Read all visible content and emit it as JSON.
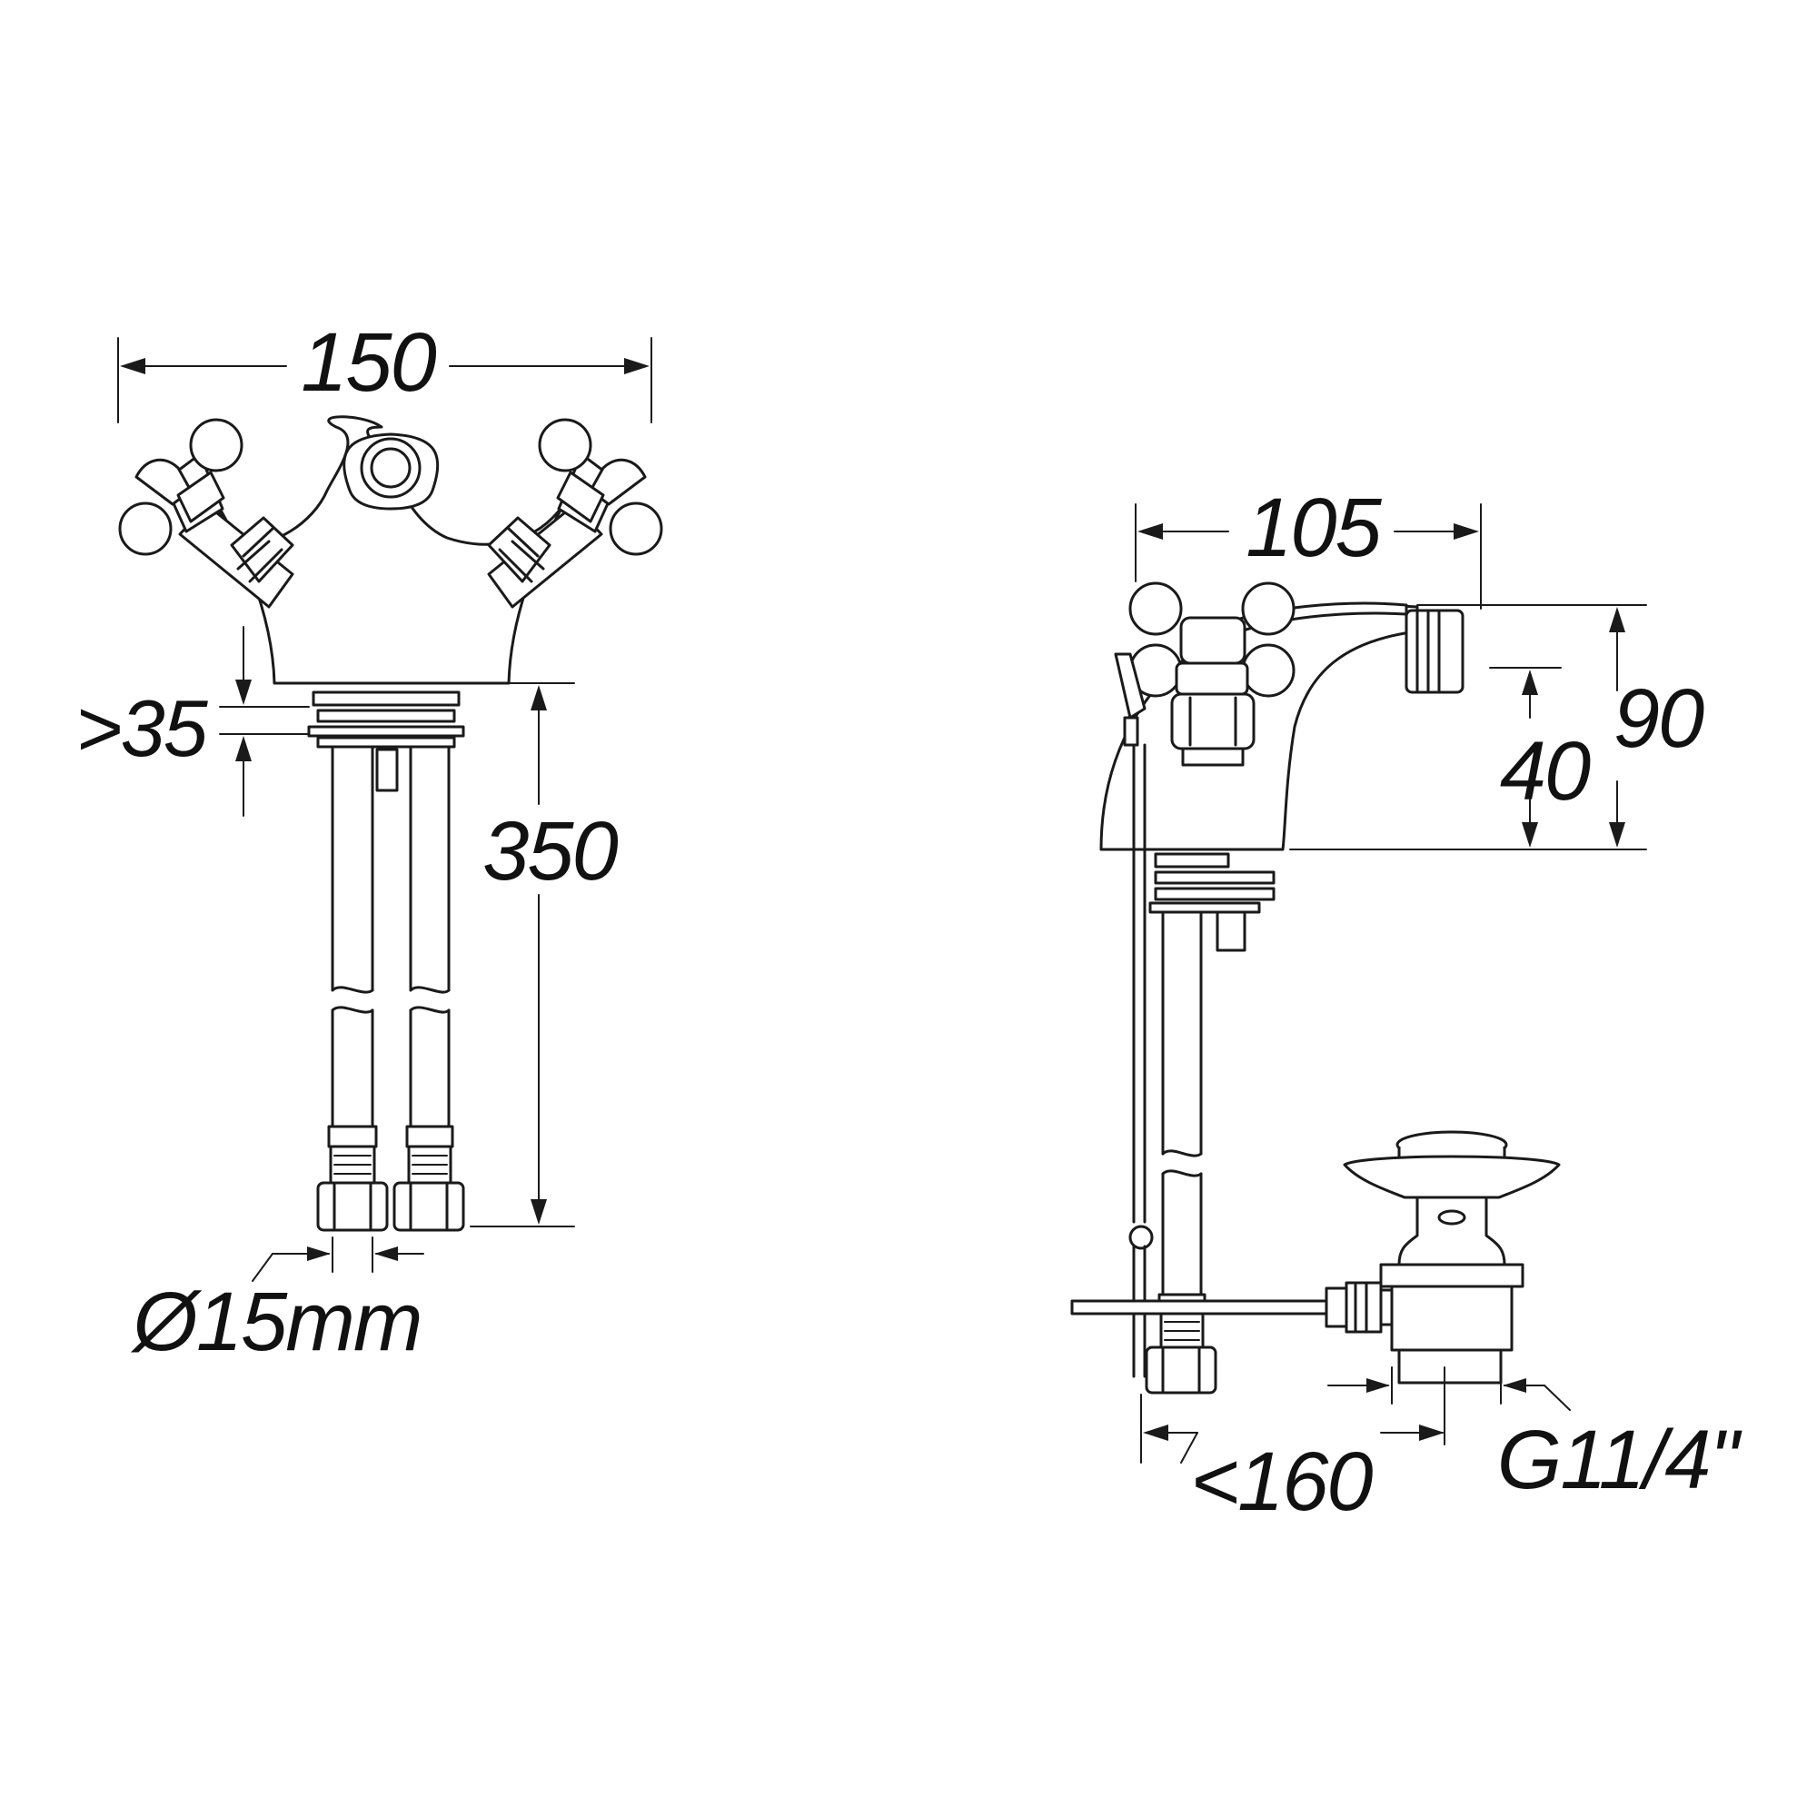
{
  "dimensions": {
    "front_width": "150",
    "front_deck": ">35",
    "front_hose_length": "350",
    "front_hose_diameter": "Ø15mm",
    "side_depth": "105",
    "side_height": "90",
    "side_spout_height": "40",
    "side_drain_reach": "<160",
    "side_drain_thread": "G11/4\""
  },
  "colors": {
    "line": "#1a1a1a",
    "background": "#ffffff"
  }
}
